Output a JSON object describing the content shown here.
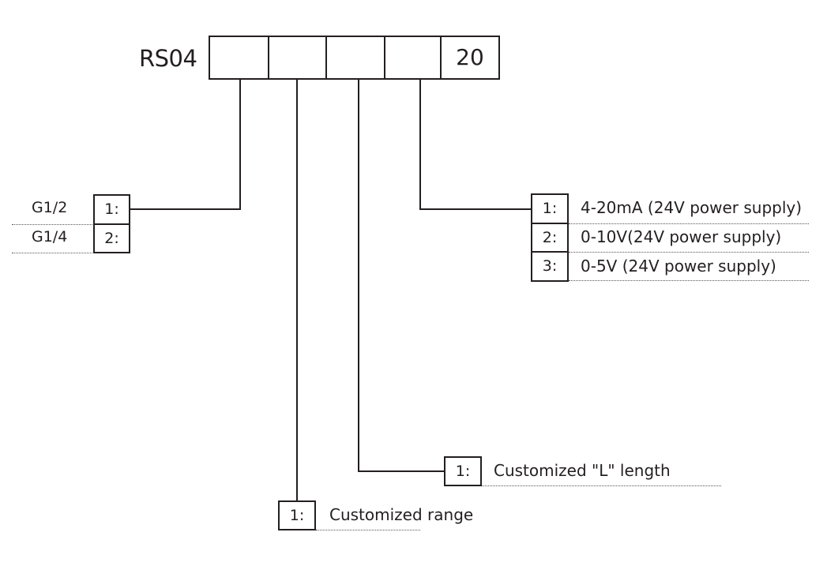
{
  "model": {
    "prefix": "RS04",
    "code_slots": [
      "",
      "",
      "",
      "",
      "20"
    ]
  },
  "groups": {
    "thread": {
      "options": [
        {
          "code": "1:",
          "label": "G1/2"
        },
        {
          "code": "2:",
          "label": "G1/4"
        }
      ]
    },
    "range": {
      "options": [
        {
          "code": "1:",
          "label": "Customized range"
        }
      ]
    },
    "length": {
      "options": [
        {
          "code": "1:",
          "label": "Customized \"L\" length"
        }
      ]
    },
    "output": {
      "options": [
        {
          "code": "1:",
          "label": "4-20mA (24V power supply)"
        },
        {
          "code": "2:",
          "label": "0-10V(24V power supply)"
        },
        {
          "code": "3:",
          "label": "0-5V (24V power supply)"
        }
      ]
    }
  },
  "colors": {
    "line": "#231f20",
    "background": "#ffffff"
  }
}
